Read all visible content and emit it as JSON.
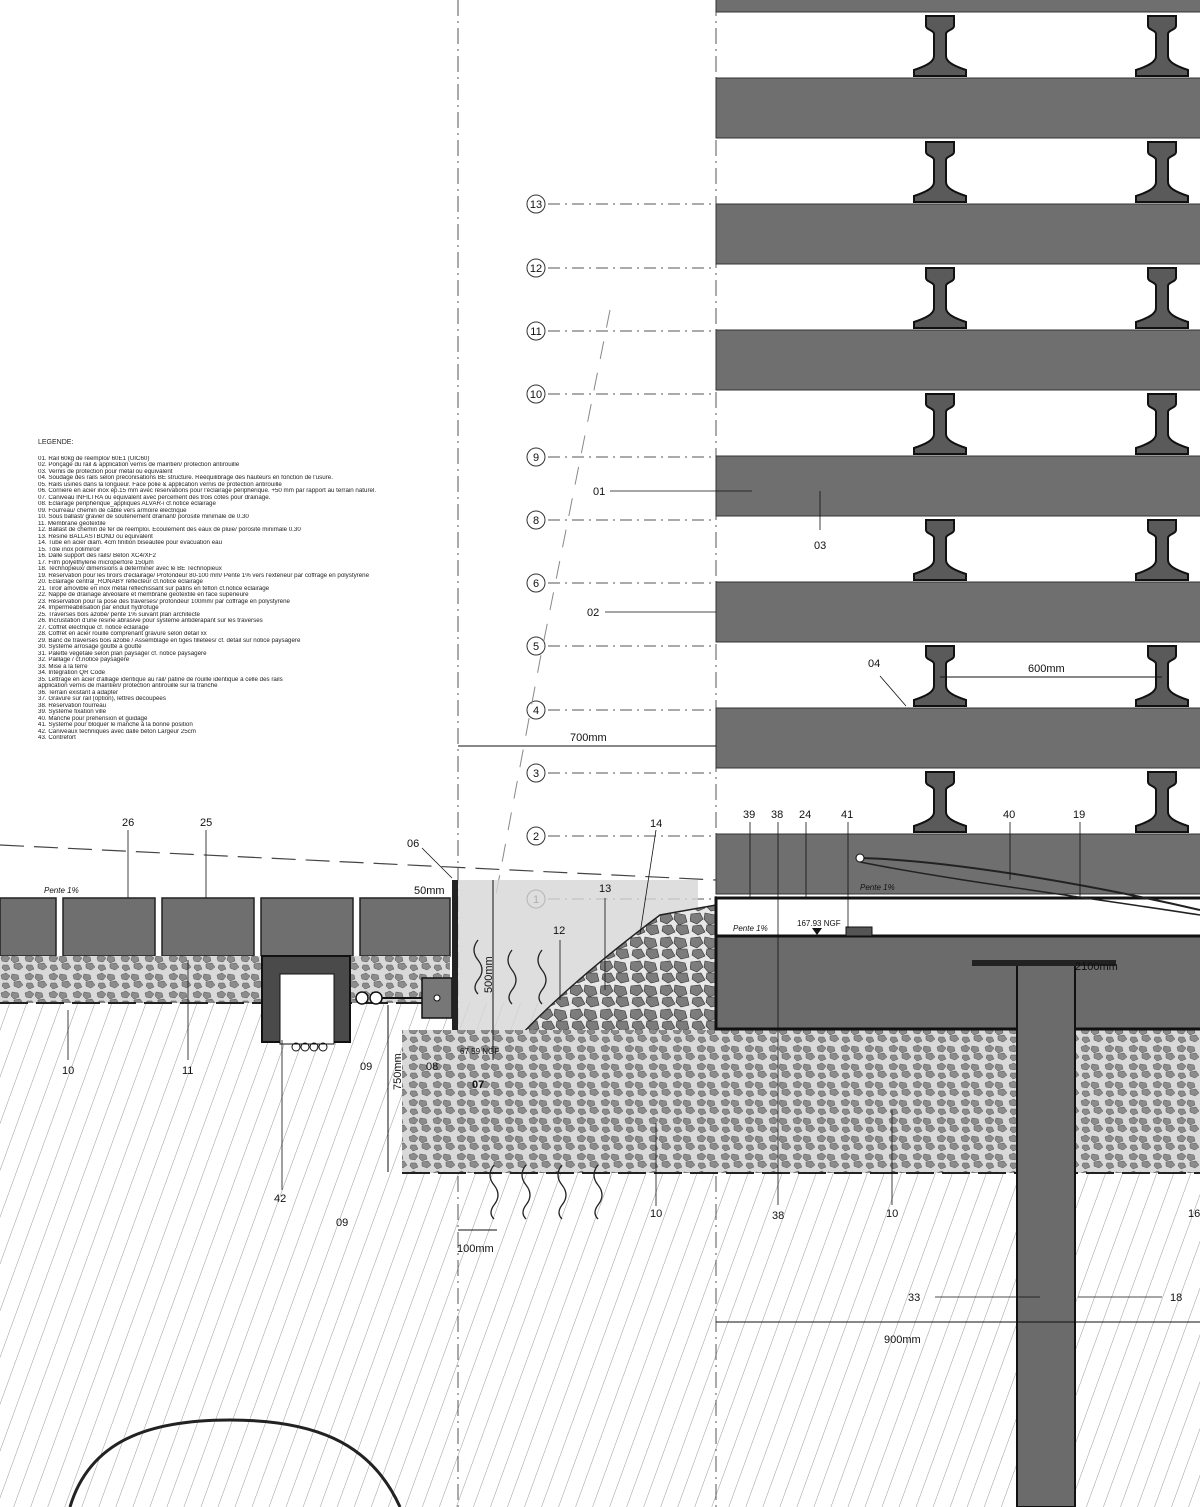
{
  "legend": {
    "title": "LEGENDE:",
    "items": [
      "01. Rail 60kg de réemploi/ 60E1 (UIC60)",
      "02. Ponçage du rail & application vernis de maintien/ protection antirouille",
      "03. Vernis de protection pour métal ou équivalent",
      "04. Soudage des rails selon préconisations BE structure. Rééquilibrage des hauteurs en fonction de l'usure.",
      "05. Rails usinés dans la longueur. Face polie & application vernis de protection antirouille",
      "06. Cornière en acier inox ép.15 mm avec réservations pour l'éclairage périphérique. +50 mm par rapport au terrain naturel.",
      "07. Caniveau INFILTRA ou équivalent avec percement des trois côtés pour drainage.",
      "08. Eclairage périphérique_appliques ALVAR-i cf.notice éclairage",
      "09. Fourreau/ chemin de câble vers armoire électrique",
      "10. Sous ballast/ gravier de soutènement drainant/ porosité minimale de 0.30",
      "11. Membrane géotextile",
      "12. Ballast de chemin de fer de réemploi. Ecoulement des eaux de pluie/ porosité minimale 0.30",
      "13. Résine BALLASTBOND ou équivalent",
      "14. Tube en acier diam. 4cm finition biseautée pour évacuation eau",
      "15. Tôle inox polimiroir",
      "16. Dalle support des rails/ Béton XC4/XF2",
      "17. Film polyéthylène microperforé 150μm",
      "18. Technopieux/ dimensions à déterminer avec le BE Technopieux",
      "19. Réservation pour les tiroirs d'éclairage/ Profondeur 80-100 mm/ Pente 1% vers l'extérieur par coffrage en polystyrène",
      "20. Eclairage central_RONABY réflecteur cf.notice éclairage",
      "21. Tiroir amovible en inox métal réfléchissant sur patins en téflon cf.notice éclairage",
      "22. Nappe de drainage alvéolaire et membrane geotextile en face supérieure",
      "23. Réservation pour la pose des traverses/ profondeur 100mm/ par coffrage en polystyrène",
      "24. Imperméabilisation par enduit hydrofuge",
      "25. Traverses bois azobé/ pente 1% suivant plan architecte",
      "26. Incrustation d'une résine abrasive pour système antidérapant sur les traverses",
      "27. Coffret électrique cf. notice éclairage",
      "28. Coffret en acier rouillé comprenant gravure selon détail xx",
      "29. Banc de traverses bois azobé / Assemblage en tiges filletées/ cf. détail sur notice paysagère",
      "30. Système arrosage goutte à goutte",
      "31. Palette végétale selon plan paysage/ cf. notice paysagère",
      "32. Paillage / cf.notice paysagère",
      "33. Mise à la terre",
      "34. Intégration QR Code",
      "35. Lettrage en acier d'alliage identique au rail/ patine de rouille identique à celle des rails",
      "      application vernis de maintien/ protection antirouille sur la tranche",
      "36. Terrain existant à adapter",
      "37. Gravure sur rail (option), lettres découpées",
      "38. Réservation fourreau",
      "39. Système fixation ville",
      "40. Manche pour préhension et guidage",
      "41. Système pour bloquer le manche à la bonne position",
      "42. Caniveaux techniques avec dalle béton Largeur 25cm",
      "43. Contrefort"
    ]
  },
  "circle_labels": [
    "13",
    "12",
    "11",
    "10",
    "9",
    "8",
    "6",
    "5",
    "4",
    "3",
    "2",
    "1"
  ],
  "callouts": {
    "c01": "01",
    "c02": "02",
    "c03": "03",
    "c04": "04",
    "c06": "06",
    "c07": "07",
    "c08": "08",
    "c09a": "09",
    "c09b": "09",
    "c10a": "10",
    "c10b": "10",
    "c10c": "10",
    "c11": "11",
    "c12": "12",
    "c13": "13",
    "c14": "14",
    "c16": "16",
    "c18": "18",
    "c19": "19",
    "c24": "24",
    "c25": "25",
    "c26": "26",
    "c33": "33",
    "c38a": "38",
    "c38b": "38",
    "c39": "39",
    "c40": "40",
    "c41": "41",
    "c42": "42"
  },
  "dimensions": {
    "d600": "600mm",
    "d700": "700mm",
    "d50": "50mm",
    "d500": "500mm",
    "d750": "750mm",
    "d100": "100mm",
    "d900": "900mm",
    "d2100": "2100mm"
  },
  "annotations": {
    "pente_left": "Pente 1%",
    "pente_right": "Pente 1%",
    "pente_drawer": "Pente 1%",
    "ngf_high": "167.93 NGF",
    "ngf_low": "67.59 NGF"
  },
  "colors": {
    "sleeper": "#6f6f6f",
    "rail": "#5a5a5a",
    "ballast_fill": "#bdbdbd",
    "ground_hatch": "#8a8a8a",
    "concrete": "#cfcfcf"
  }
}
